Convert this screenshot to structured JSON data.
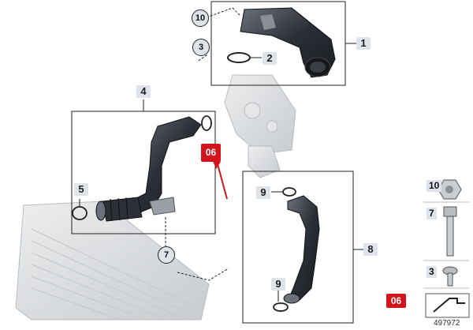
{
  "callouts": {
    "c1": "1",
    "c2": "2",
    "c3": "3",
    "c4": "4",
    "c5": "5",
    "c7": "7",
    "c8": "8",
    "c9a": "9",
    "c9b": "9",
    "c10": "10"
  },
  "highlight_badge": "06",
  "legend": {
    "items": [
      {
        "num": "10",
        "part": "nut"
      },
      {
        "num": "7",
        "part": "bolt"
      },
      {
        "num": "3",
        "part": "screw"
      }
    ],
    "badge": "06"
  },
  "diagram_number": "497972",
  "colors": {
    "hose": "#2b2f36",
    "hose_highlight": "#5d636d",
    "ghost_part": "#d8dadd",
    "label_bg": "#dfe3ea",
    "badge_red": "#d4141c"
  }
}
